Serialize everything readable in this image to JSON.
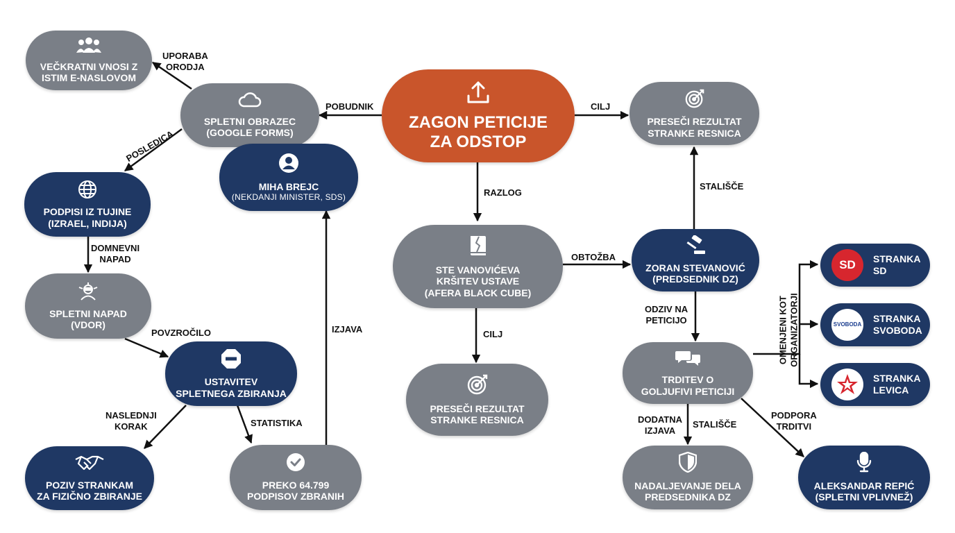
{
  "colors": {
    "gray": "#7a7f87",
    "navy": "#1f3864",
    "orange": "#c9552b",
    "edge": "#111111"
  },
  "nodes": {
    "center": {
      "line1": "ZAGON PETICIJE",
      "line2": "ZA ODSTOP",
      "icon": "upload-icon"
    },
    "vnosi": {
      "line1": "VEČKRATNI VNOSI Z",
      "line2": "ISTIM E-NASLOVOM",
      "icon": "users-icon"
    },
    "obrazec": {
      "line1": "SPLETNI OBRAZEC",
      "line2": "(GOOGLE FORMS)",
      "icon": "cloud-icon"
    },
    "brejc": {
      "line1": "MIHA BREJC",
      "sub": "(NEKDANJI MINISTER, SDS)",
      "icon": "user-icon"
    },
    "tujina": {
      "line1": "PODPISI IZ TUJINE",
      "line2": "(IZRAEL, INDIJA)",
      "icon": "globe-icon"
    },
    "napad": {
      "line1": "SPLETNI NAPAD",
      "line2": "(VDOR)",
      "icon": "hacker-icon"
    },
    "ustavitev": {
      "line1": "USTAVITEV",
      "line2": "SPLETNEGA ZBIRANJA",
      "icon": "stop-icon"
    },
    "poziv": {
      "line1": "POZIV STRANKAM",
      "line2": "ZA FIZIČNO ZBIRANJE",
      "icon": "handshake-icon"
    },
    "preko": {
      "line1": "PREKO 64.799",
      "line2": "PODPISOV ZBRANIH",
      "icon": "check-icon"
    },
    "krsitev": {
      "line1": "STE VANOVIĆEVA",
      "line2": "KRŠITEV USTAVE",
      "line3": "(AFERA BLACK CUBE)",
      "icon": "broken-book-icon"
    },
    "preseci_mid": {
      "line1": "PRESEČI REZULTAT",
      "line2": "STRANKE RESNICA",
      "icon": "target-icon"
    },
    "preseci_top": {
      "line1": "PRESEČI REZULTAT",
      "line2": "STRANKE RESNICA",
      "icon": "target-icon"
    },
    "zoran": {
      "line1": "ZORAN STEVANOVIĆ",
      "line2": "(PREDSEDNIK DZ)",
      "icon": "gavel-icon"
    },
    "trditev": {
      "line1": "TRDITEV O",
      "line2": "GOLJUFIVI PETICIJI",
      "icon": "chat-icon"
    },
    "nadaljevanje": {
      "line1": "NADALJEVANJE DELA",
      "line2": "PREDSEDNIKA DZ",
      "icon": "shield-icon"
    },
    "repic": {
      "line1": "ALEKSANDAR REPIĆ",
      "line2": "(SPLETNI VPLIVNEŽ)",
      "icon": "microphone-icon"
    },
    "sd": {
      "line1": "STRANKA",
      "line2": "SD",
      "logo_text": "SD",
      "icon": "sd-logo"
    },
    "svoboda": {
      "line1": "STRANKA",
      "line2": "SVOBODA",
      "logo_text": "SVOBODA",
      "icon": "svoboda-logo"
    },
    "levica": {
      "line1": "STRANKA",
      "line2": "LEVICA",
      "icon": "levica-star-logo"
    }
  },
  "edges": {
    "uporaba": {
      "line1": "UPORABA",
      "line2": "ORODJA"
    },
    "pobudnik": {
      "text": "POBUDNIK"
    },
    "cilj_top": {
      "text": "CILJ"
    },
    "posledica": {
      "text": "POSLEDICA"
    },
    "razlog": {
      "text": "RAZLOG"
    },
    "stalisce_top": {
      "text": "STALIŠČE"
    },
    "domnevni": {
      "line1": "DOMNEVNI",
      "line2": "NAPAD"
    },
    "obtozba": {
      "text": "OBTOŽBA"
    },
    "odziv": {
      "line1": "ODZIV NA",
      "line2": "PETICIJO"
    },
    "izjava": {
      "text": "IZJAVA"
    },
    "povzrocilo": {
      "text": "POVZROČILO"
    },
    "cilj_mid": {
      "text": "CILJ"
    },
    "omenjeni": {
      "line1": "OMENJENI KOT",
      "line2": "ORGANIZATORJI"
    },
    "naslednji": {
      "line1": "NASLEDNJI",
      "line2": "KORAK"
    },
    "statistika": {
      "text": "STATISTIKA"
    },
    "dodatna": {
      "line1": "DODATNA",
      "line2": "IZJAVA"
    },
    "stalisce_bot": {
      "text": "STALIŠČE"
    },
    "podpora": {
      "line1": "PODPORA",
      "line2": "TRDITVI"
    }
  }
}
